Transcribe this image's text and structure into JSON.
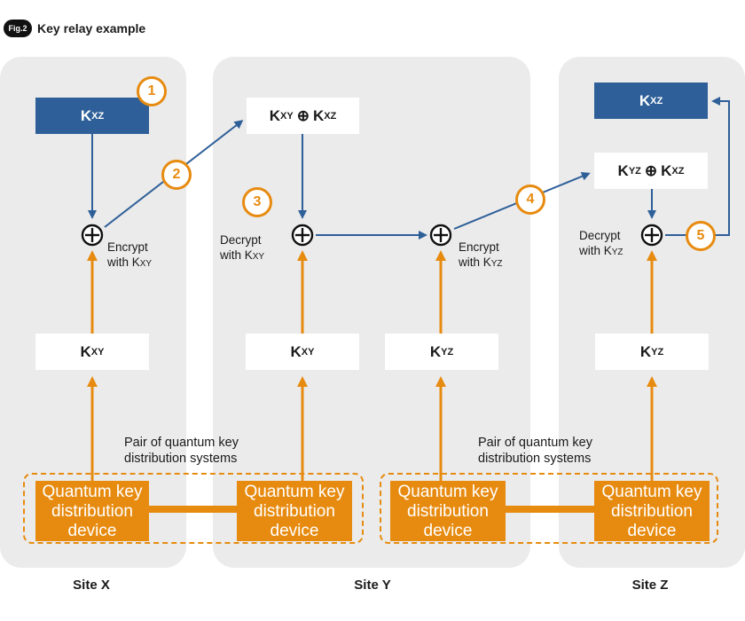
{
  "figure": {
    "badge": "Fig.2",
    "title": "Key relay example"
  },
  "sites": {
    "x": "Site X",
    "y": "Site Y",
    "z": "Site Z"
  },
  "keys": {
    "K": "K",
    "xz": "XZ",
    "xy": "XY",
    "yz": "YZ",
    "xor_symbol": "⊕"
  },
  "steps": [
    "1",
    "2",
    "3",
    "4",
    "5"
  ],
  "operations": {
    "encrypt_x_1": "Encrypt",
    "encrypt_x_2": "with K",
    "decrypt_y_1": "Decrypt",
    "decrypt_y_2": "with K",
    "encrypt_y_1": "Encrypt",
    "encrypt_y_2": "with K",
    "decrypt_z_1": "Decrypt",
    "decrypt_z_2": "with K"
  },
  "pair_label_1": "Pair of quantum key",
  "pair_label_2": "distribution systems",
  "qkd_device": {
    "line1": "Quantum key",
    "line2": "distribution",
    "line3": "device"
  },
  "colors": {
    "blue": "#2e5f98",
    "orange": "#e78b10",
    "site_bg": "#ebebeb"
  },
  "icons": [
    "xor-operator-icon",
    "arrow-icon"
  ]
}
